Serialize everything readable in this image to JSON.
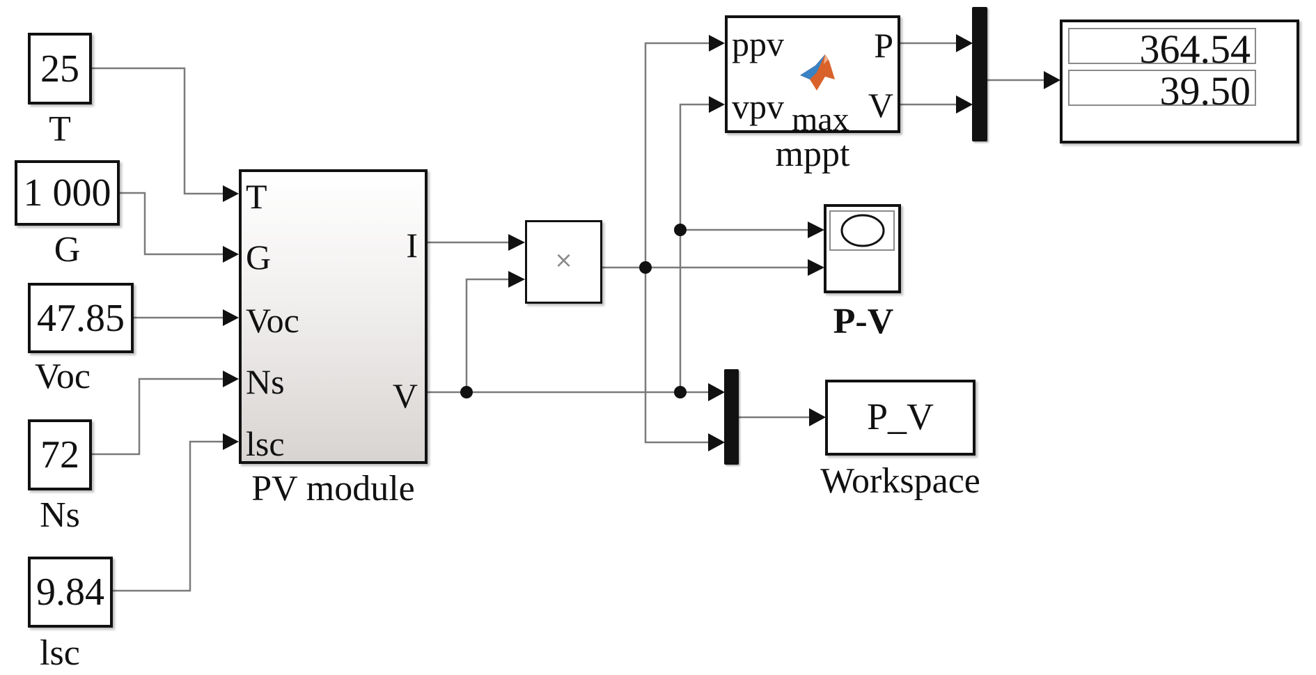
{
  "diagram": {
    "type": "Simulink block diagram",
    "constants": [
      {
        "value": "25",
        "label": "T"
      },
      {
        "value": "1 000",
        "label": "G"
      },
      {
        "value": "47.85",
        "label": "Voc"
      },
      {
        "value": "72",
        "label": "Ns"
      },
      {
        "value": "9.84",
        "label": "lsc"
      }
    ],
    "pv_module": {
      "label": "PV module",
      "inputs": [
        "T",
        "G",
        "Voc",
        "Ns",
        "lsc"
      ],
      "outputs": [
        "I",
        "V"
      ]
    },
    "product": {
      "symbol": "×"
    },
    "mppt": {
      "label": "mppt",
      "inputs": [
        "ppv",
        "vpv"
      ],
      "outputs": [
        "P",
        "V"
      ],
      "subscript": "max",
      "icon": "matlab-function-icon"
    },
    "display": {
      "values": [
        "364.54",
        "39.50"
      ]
    },
    "xy_graph": {
      "label": "P-V",
      "icon": "xy-graph-icon"
    },
    "workspace": {
      "variable": "P_V",
      "label": "Workspace"
    },
    "colors": {
      "wire": "#7a7a7a",
      "block_border": "#111111",
      "matlab_orange": "#d9622b",
      "matlab_blue": "#3a82c4"
    }
  }
}
